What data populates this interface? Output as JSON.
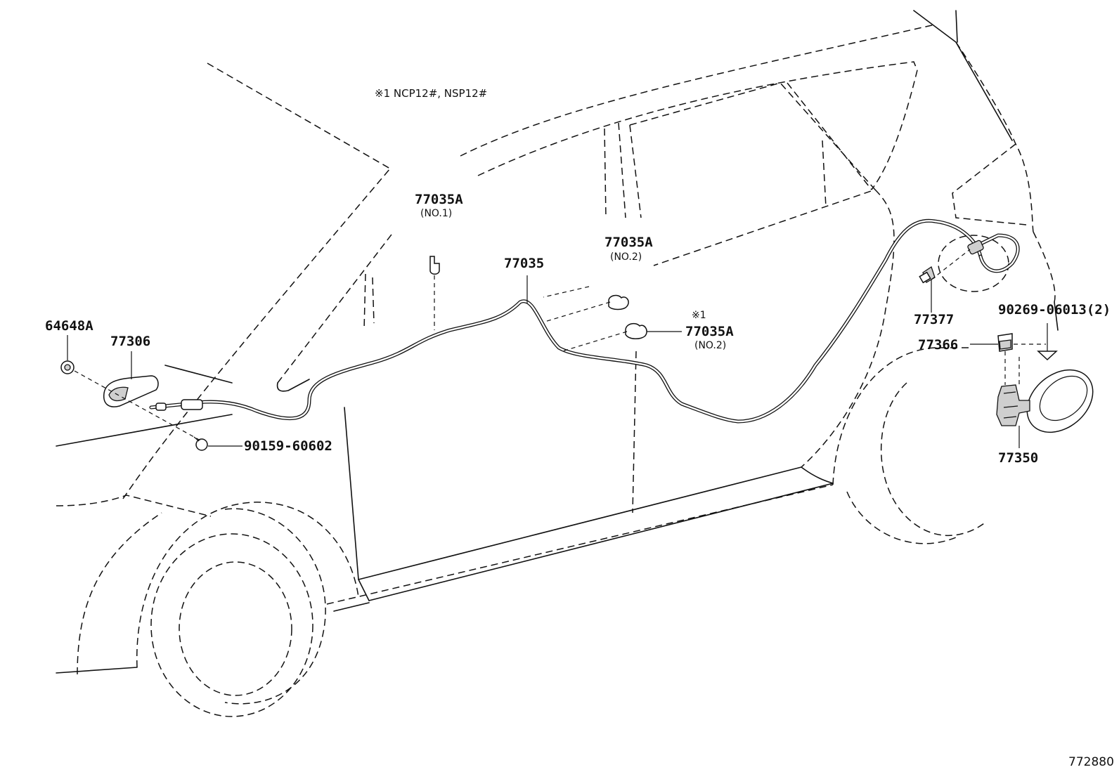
{
  "note": "※1 NCP12#, NSP12#",
  "diagram_ref": "772880",
  "callouts": {
    "p64648A": "64648A",
    "p77306": "77306",
    "p90159": "90159-60602",
    "p77035A_no1": "77035A",
    "p77035A_no1_sub": "(NO.1)",
    "p77035": "77035",
    "p77035A_no2a": "77035A",
    "p77035A_no2a_sub": "(NO.2)",
    "p77035A_no2b_mark": "※1",
    "p77035A_no2b": "77035A",
    "p77035A_no2b_sub": "(NO.2)",
    "p77377": "77377",
    "p90269": "90269-06013(2)",
    "p77366": "77366",
    "p77350": "77350"
  }
}
